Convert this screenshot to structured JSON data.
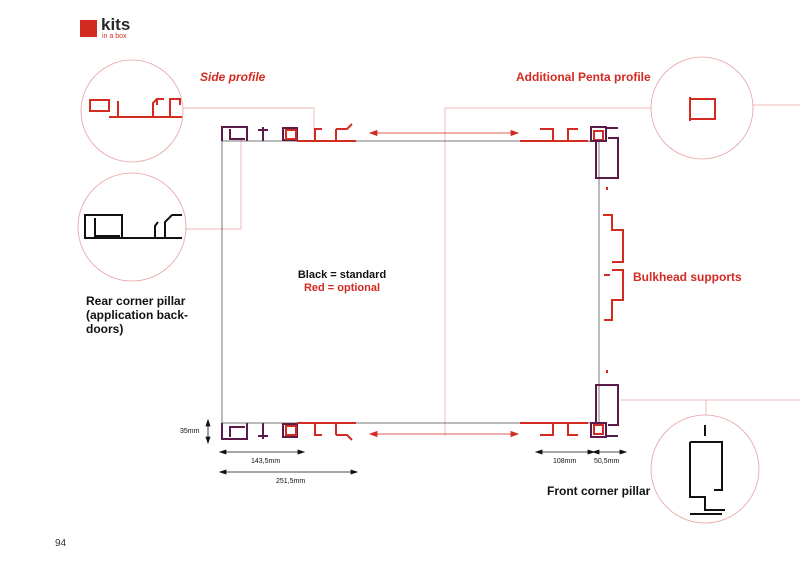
{
  "logo": {
    "title": "kits",
    "subtitle": "in a box",
    "brand_color": "#d32a21"
  },
  "labels": {
    "side_profile": "Side profile",
    "additional_penta": "Additional Penta profile",
    "bulkhead": "Bulkhead supports",
    "rear_corner_line1": "Rear corner pillar",
    "rear_corner_line2": "(application back-",
    "rear_corner_line3": "doors)",
    "front_corner": "Front corner pillar",
    "legend_standard": "Black = standard",
    "legend_optional": "Red = optional"
  },
  "dimensions": {
    "height": "35mm",
    "width_a": "143,5mm",
    "width_b": "251,5mm",
    "width_c": "108mm",
    "width_d": "50,5mm"
  },
  "page_number": "94",
  "colors": {
    "optional": "#d32a21",
    "standard": "#111111",
    "pillar": "#5a1a4a",
    "guide": "#e89a9a"
  }
}
